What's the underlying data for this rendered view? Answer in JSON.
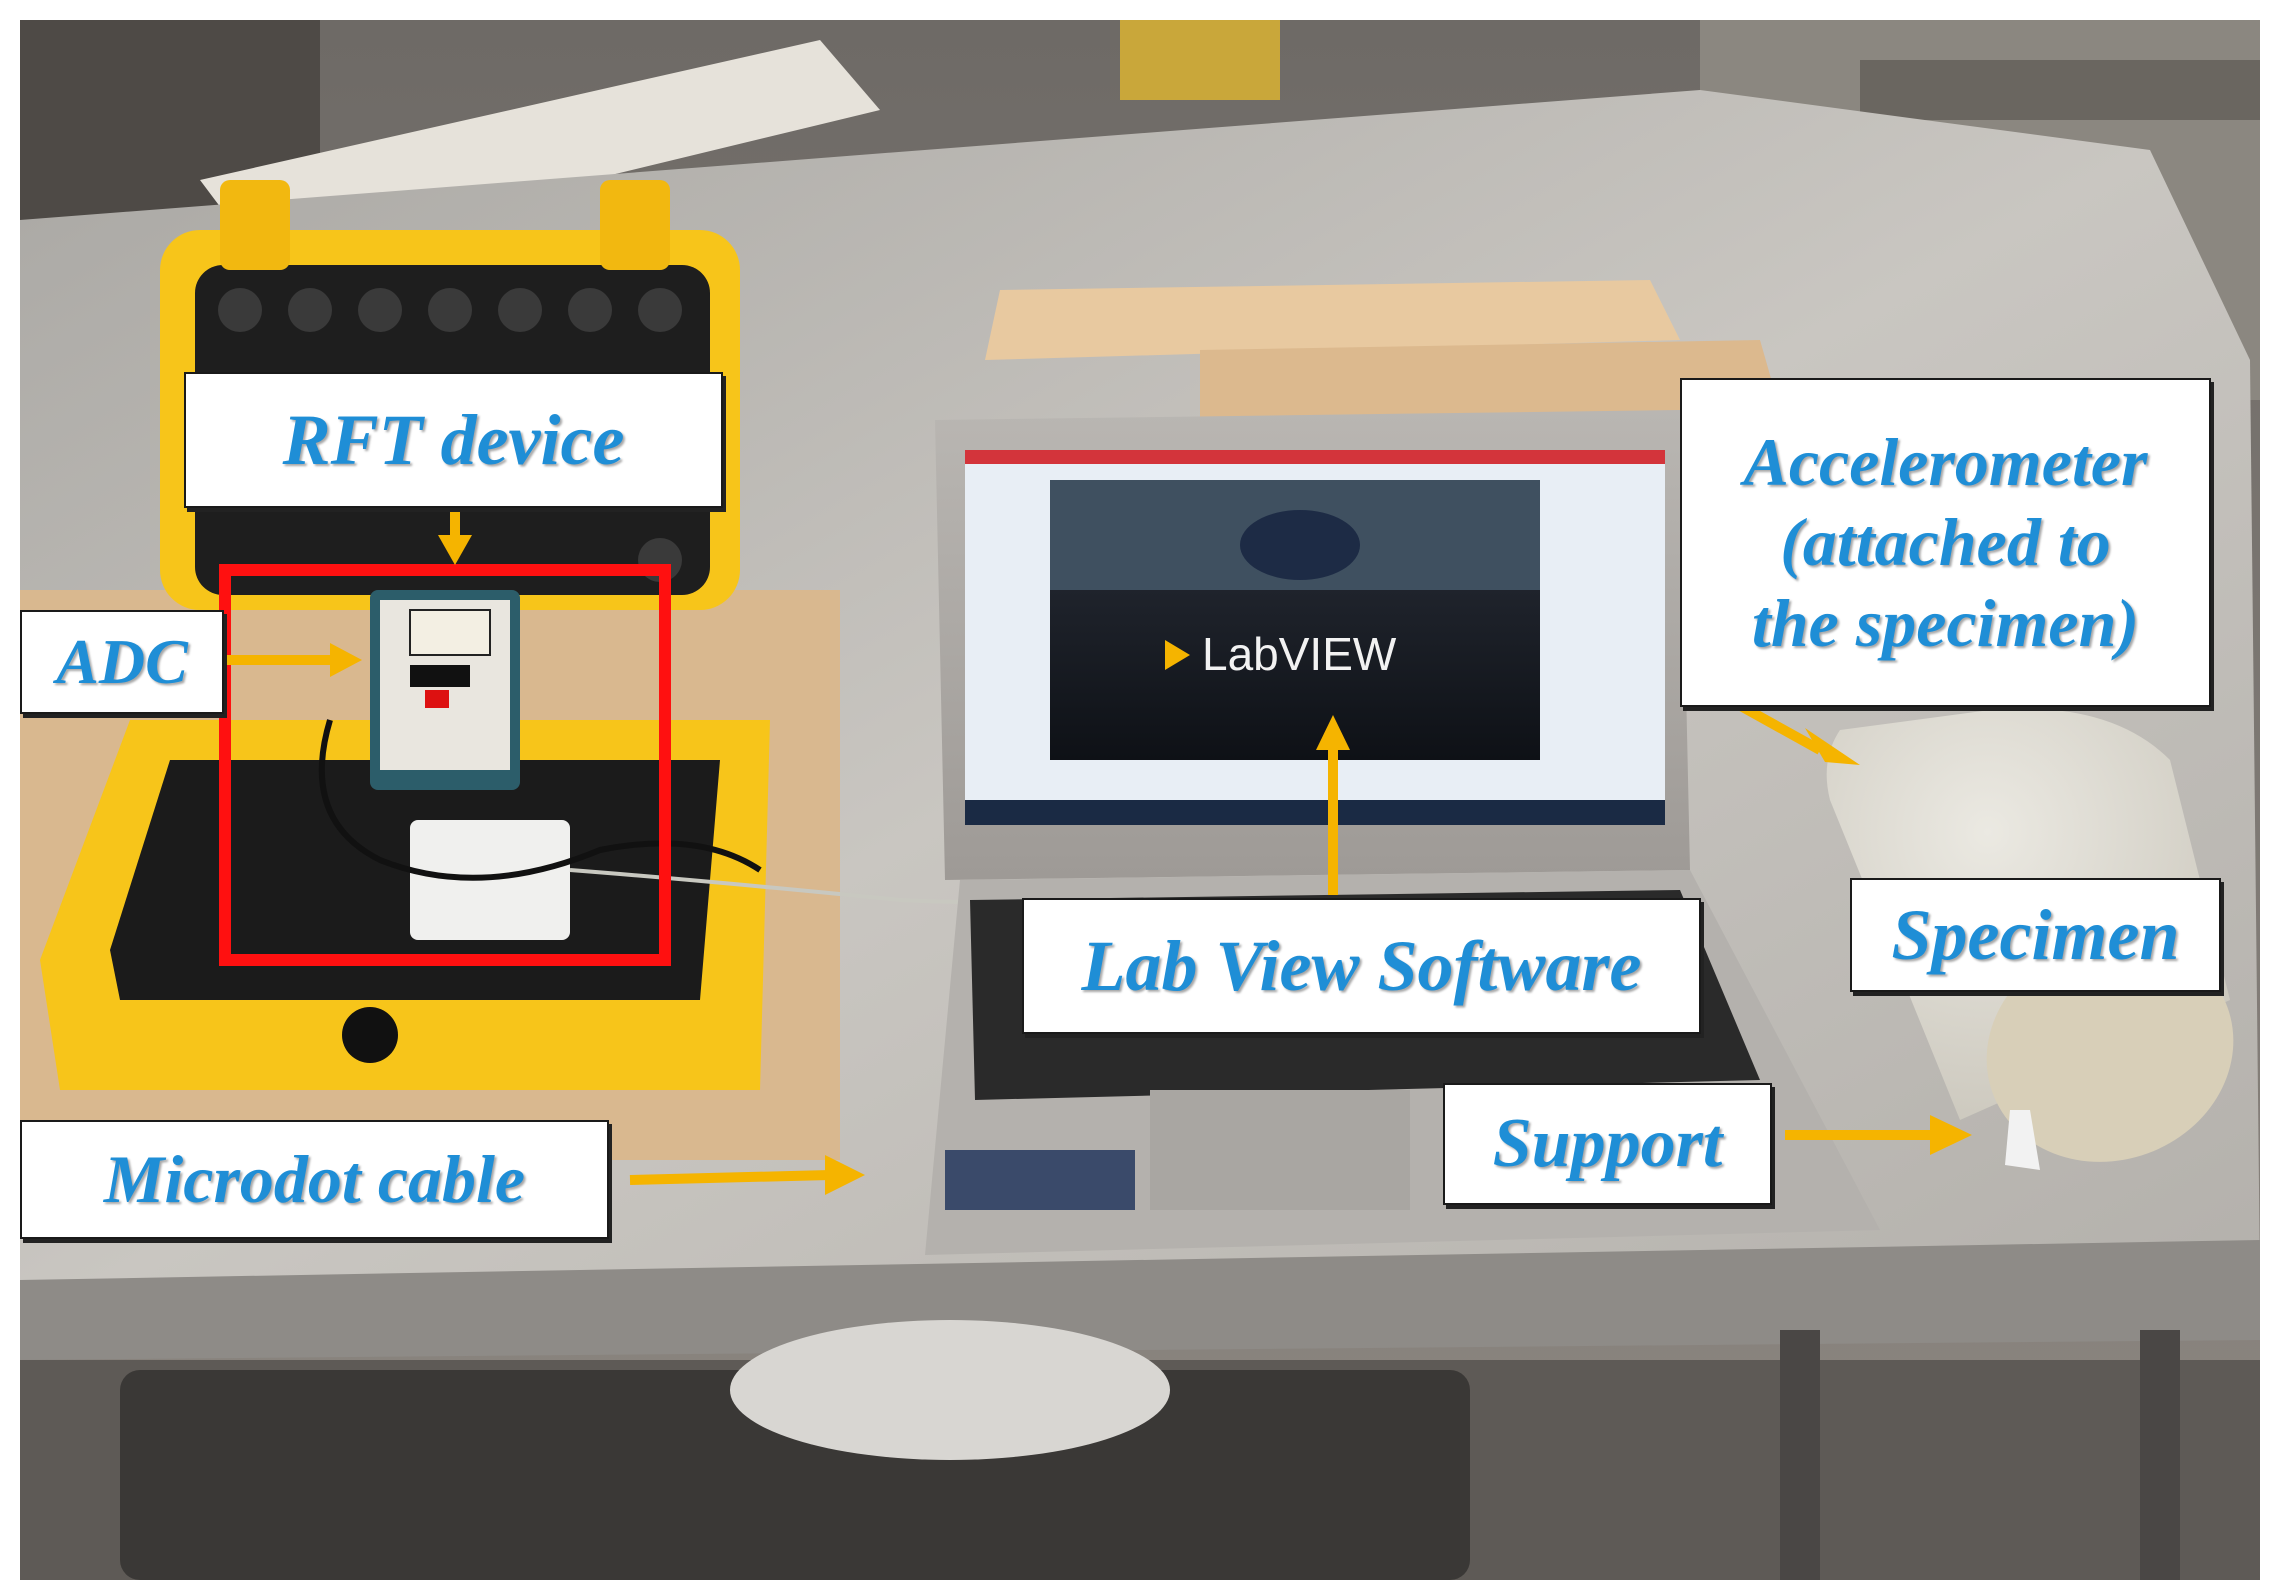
{
  "annotations": {
    "rft_device": "RFT device",
    "adc": "ADC",
    "microdot_cable": "Microdot cable",
    "lab_view_software": "Lab View Software",
    "accelerometer": [
      "Accelerometer",
      "(attached to",
      "the specimen)"
    ],
    "specimen": "Specimen",
    "support": "Support"
  },
  "screen": {
    "logo_text": "LabVIEW"
  },
  "colors": {
    "label_text": "#1f8ed6",
    "arrow": "#f5b400",
    "highlight_box": "#ff1010",
    "case": "#f7c51a"
  }
}
